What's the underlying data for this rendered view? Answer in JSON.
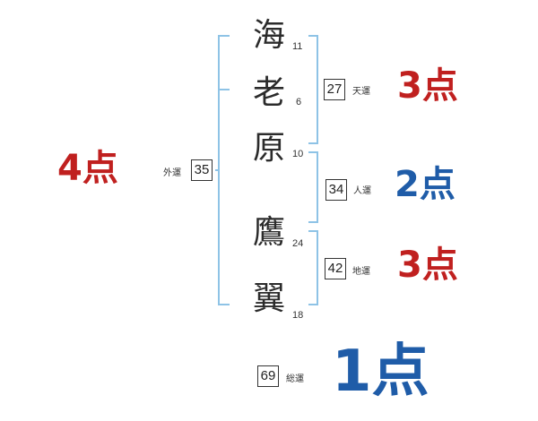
{
  "name": {
    "chars": [
      {
        "char": "海",
        "strokes": "11"
      },
      {
        "char": "老",
        "strokes": "6"
      },
      {
        "char": "原",
        "strokes": "10"
      },
      {
        "char": "鷹",
        "strokes": "24"
      },
      {
        "char": "翼",
        "strokes": "18"
      }
    ]
  },
  "fortunes": {
    "outer": {
      "label": "外運",
      "value": "35",
      "points": "4点"
    },
    "heaven": {
      "label": "天運",
      "value": "27",
      "points": "3点"
    },
    "person": {
      "label": "人運",
      "value": "34",
      "points": "2点"
    },
    "earth": {
      "label": "地運",
      "value": "42",
      "points": "3点"
    },
    "total": {
      "label": "総運",
      "value": "69",
      "points": "1点"
    }
  },
  "colors": {
    "bracket": "#8ec3e6",
    "red": "#c0201f",
    "blue": "#1f5ca8"
  }
}
